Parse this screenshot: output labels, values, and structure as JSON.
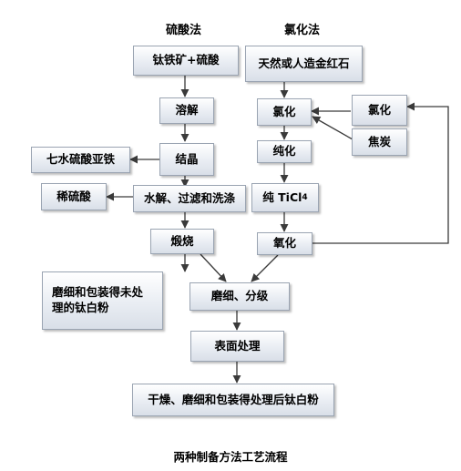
{
  "headers": {
    "left": "硫酸法",
    "right": "氯化法"
  },
  "sulfate": {
    "ore": "钛铁矿+硫酸",
    "dissolve": "溶解",
    "crystallize": "结晶",
    "hydrolysis": "水解、过滤和洗涤",
    "calcine": "煅烧"
  },
  "side_outputs": {
    "ferrous": "七水硫酸亚铁",
    "dilute_acid": "稀硫酸",
    "untreated_line1": "磨细和包装得未处",
    "untreated_line2": "理的钛白粉"
  },
  "chloride": {
    "feed": "天然或人造金红石",
    "chlorination": "氯化",
    "purification": "纯化",
    "pure_ticl4_prefix": "纯 TiCl",
    "pure_ticl4_sub": "4",
    "oxidation": "氧化",
    "chlorine": "氯化",
    "coke": "焦炭"
  },
  "common": {
    "grind_classify": "磨细、分级",
    "surface_treatment": "表面处理",
    "final": "干燥、磨细和包装得处理后钛白粉"
  },
  "caption": "两种制备方法工艺流程"
}
